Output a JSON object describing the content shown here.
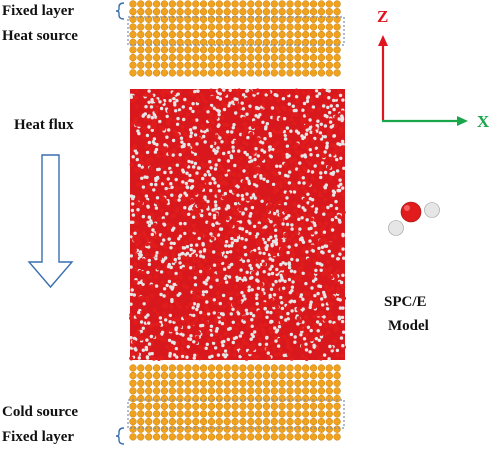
{
  "labels": {
    "fixed_layer_top": "Fixed layer",
    "heat_source": "Heat source",
    "heat_flux": "Heat flux",
    "cold_source": "Cold source",
    "fixed_layer_bottom": "Fixed layer",
    "model_line1": "SPC/E",
    "model_line2": "Model"
  },
  "axes": {
    "z_label": "Z",
    "x_label": "X"
  },
  "colors": {
    "atom": "#f0a21e",
    "atom_edge": "#c77d0a",
    "oxygen": "#e01c1c",
    "hydrogen": "#e6e6e6",
    "z_axis": "#e0141e",
    "x_axis": "#1aa64a",
    "flux_arrow": "#3a6fb0",
    "bracket": "#3a6fb0",
    "dotted_box": "#7a90b0"
  },
  "icons": [
    "heat-flux-arrow-icon",
    "z-axis-arrow-icon",
    "x-axis-arrow-icon",
    "water-molecule-icon"
  ]
}
